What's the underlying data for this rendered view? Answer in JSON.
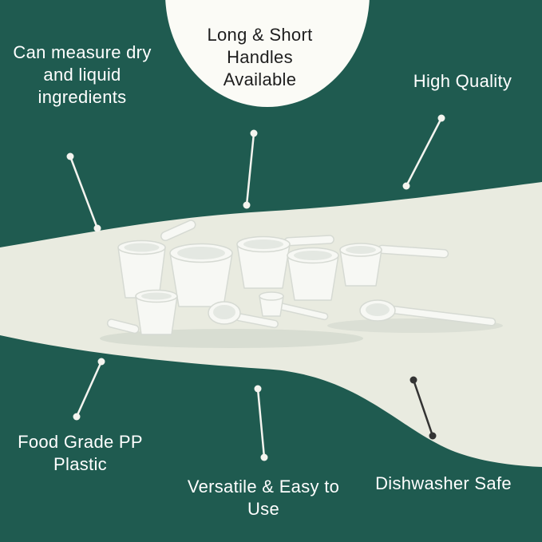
{
  "colors": {
    "background_teal": "#1F5B50",
    "wave_cream": "#E9EBE0",
    "top_blob_white": "#FBFBF6",
    "text_light": "#FFFFFF",
    "text_dark": "#1E1E1E",
    "connector_light": "#F4F4EF",
    "connector_dark": "#333333",
    "product_white": "#F7F8F4"
  },
  "callouts": [
    {
      "id": "measure-ingredients",
      "label": "Can measure dry and liquid ingredients"
    },
    {
      "id": "handles",
      "label": "Long & Short Handles Available"
    },
    {
      "id": "high-quality",
      "label": "High Quality"
    },
    {
      "id": "food-grade",
      "label": "Food Grade PP Plastic"
    },
    {
      "id": "versatile",
      "label": "Versatile & Easy to Use"
    },
    {
      "id": "dishwasher",
      "label": "Dishwasher Safe"
    }
  ]
}
